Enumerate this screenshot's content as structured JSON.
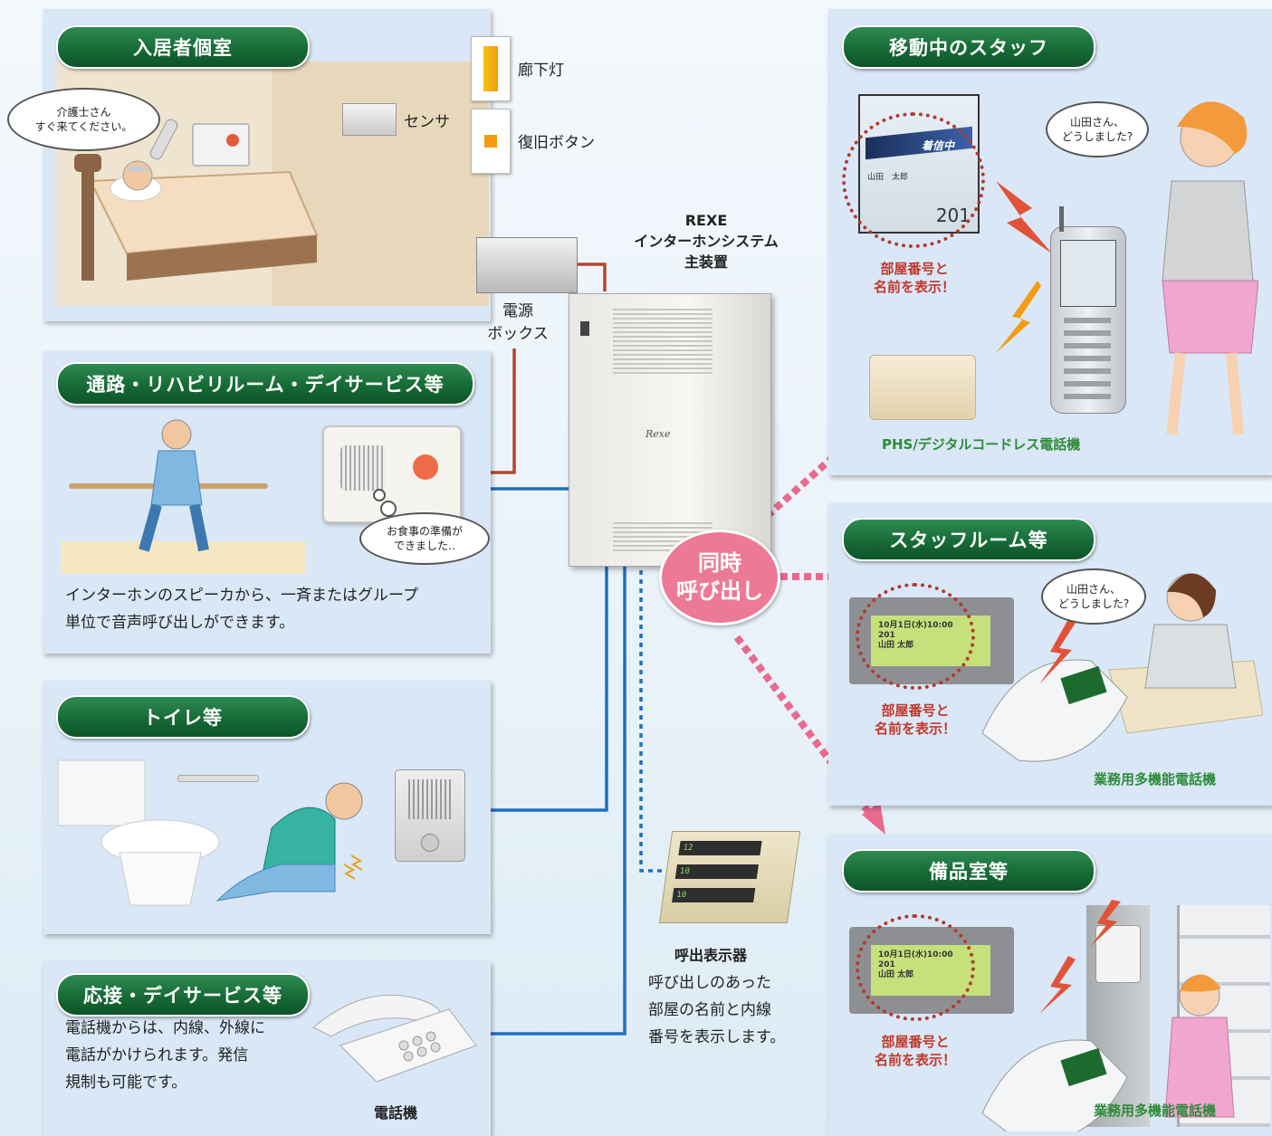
{
  "colors": {
    "green_pill": "#176b36",
    "panel_bg": "#d9e7f6",
    "blue_line": "#1f6fc0",
    "red_line": "#b5452f",
    "pink": "#e86a8c",
    "red_text": "#c0392b",
    "green_text": "#2e8b3a"
  },
  "resident_room": {
    "title": "入居者個室",
    "bubble_line1": "介護士さん",
    "bubble_line2": "すぐ来てください。",
    "corridor_light": "廊下灯",
    "sensor": "センサ",
    "reset_button": "復旧ボタン"
  },
  "power_box": {
    "line1": "電源",
    "line2": "ボックス"
  },
  "main_unit": {
    "line1": "REXE",
    "line2": "インターホンシステム",
    "line3": "主装置",
    "brand": "Rexe"
  },
  "corridor": {
    "title": "通路・リハビリルーム・デイサービス等",
    "bubble_line1": "お食事の準備が",
    "bubble_line2": "できました‥",
    "desc_line1": "インターホンのスピーカから、一斉またはグループ",
    "desc_line2": "単位で音声呼び出しができます。"
  },
  "toilet": {
    "title": "トイレ等"
  },
  "reception": {
    "title": "応接・デイサービス等",
    "desc_line1": "電話機からは、内線、外線に",
    "desc_line2": "電話がかけられます。発信",
    "desc_line3": "規制も可能です。",
    "phone_label": "電話機"
  },
  "display_unit": {
    "title": "呼出表示器",
    "desc_line1": "呼び出しのあった",
    "desc_line2": "部屋の名前と内線",
    "desc_line3": "番号を表示します。",
    "rows": [
      "12",
      "10",
      "10"
    ]
  },
  "simultaneous": {
    "line1": "同時",
    "line2": "呼び出し"
  },
  "mobile_staff": {
    "title": "移動中のスタッフ",
    "screen_status": "着信中",
    "screen_name": "山田　太郎",
    "screen_number": "201",
    "display_note_line1": "部屋番号と",
    "display_note_line2": "名前を表示！",
    "bubble_line1": "山田さん、",
    "bubble_line2": "どうしました?",
    "device_label": "PHS/デジタルコードレス電話機"
  },
  "staff_room": {
    "title": "スタッフルーム等",
    "lcd_line1": "10月1日(水)10:00",
    "lcd_line2": "201",
    "lcd_line3": "山田 太郎",
    "display_note_line1": "部屋番号と",
    "display_note_line2": "名前を表示！",
    "bubble_line1": "山田さん、",
    "bubble_line2": "どうしました?",
    "device_label": "業務用多機能電話機"
  },
  "storage": {
    "title": "備品室等",
    "lcd_line1": "10月1日(水)10:00",
    "lcd_line2": "201",
    "lcd_line3": "山田 太郎",
    "display_note_line1": "部屋番号と",
    "display_note_line2": "名前を表示！",
    "device_label": "業務用多機能電話機"
  }
}
